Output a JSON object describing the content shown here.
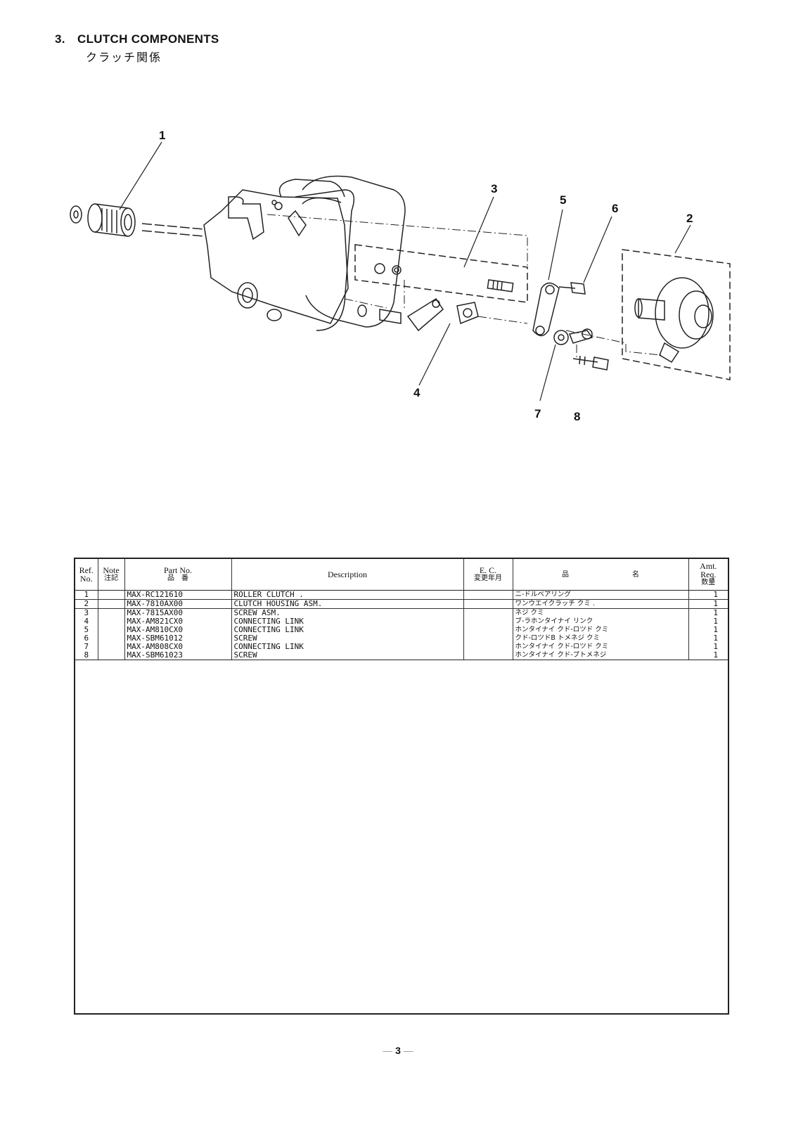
{
  "header": {
    "section_number": "3.",
    "title": "CLUTCH COMPONENTS",
    "subtitle_jp": "クラッチ関係"
  },
  "diagram": {
    "callouts": [
      "1",
      "3",
      "5",
      "6",
      "2",
      "4",
      "7",
      "8"
    ]
  },
  "table": {
    "headers": {
      "ref_1": "Ref.",
      "ref_2": "No.",
      "note_1": "Note",
      "note_2": "注記",
      "part_1": "Part No.",
      "part_2": "品　番",
      "desc": "Description",
      "ec_1": "E. C.",
      "ec_2": "変更年月",
      "name_1": "品",
      "name_2": "名",
      "amt_1": "Amt.",
      "amt_2": "Req.",
      "amt_3": "数量"
    },
    "rows": [
      {
        "ref": "1",
        "note": "",
        "part": "MAX-RC121610",
        "desc": "ROLLER CLUTCH  .",
        "ec": "",
        "jp": "ニ-ドルベアリング",
        "amt": "1"
      },
      {
        "ref": "2",
        "note": "",
        "part": "MAX-7810AX00",
        "desc": "CLUTCH HOUSING ASM.",
        "ec": "",
        "jp": "ワンウエイクラッチ クミ   .",
        "amt": "1"
      },
      {
        "ref": "3",
        "note": "",
        "part": "MAX-7815AX00",
        "desc": "SCREW ASM.",
        "ec": "",
        "jp": "ネジ クミ",
        "amt": "1"
      },
      {
        "ref": "4",
        "note": "",
        "part": "MAX-AM821CX0",
        "desc": "CONNECTING LINK",
        "ec": "",
        "jp": "ブ-ラホンタイナイ リンク",
        "amt": "1"
      },
      {
        "ref": "5",
        "note": "",
        "part": "MAX-AM810CX0",
        "desc": "CONNECTING LINK",
        "ec": "",
        "jp": "ホンタイナイ クド-ロツド クミ",
        "amt": "1"
      },
      {
        "ref": "6",
        "note": "",
        "part": "MAX-SBM61012",
        "desc": "SCREW",
        "ec": "",
        "jp": "クド-ロツドB トメネジ クミ",
        "amt": "1"
      },
      {
        "ref": "7",
        "note": "",
        "part": "MAX-AM808CX0",
        "desc": "CONNECTING LINK",
        "ec": "",
        "jp": "ホンタイナイ クド-ロツド クミ",
        "amt": "1"
      },
      {
        "ref": "8",
        "note": "",
        "part": "MAX-SBM61023",
        "desc": "SCREW",
        "ec": "",
        "jp": "ホンタイナイ クド-ブトメネジ",
        "amt": "1"
      }
    ]
  },
  "footer": {
    "page_number": "3",
    "dash_left": "—",
    "dash_right": "—"
  }
}
